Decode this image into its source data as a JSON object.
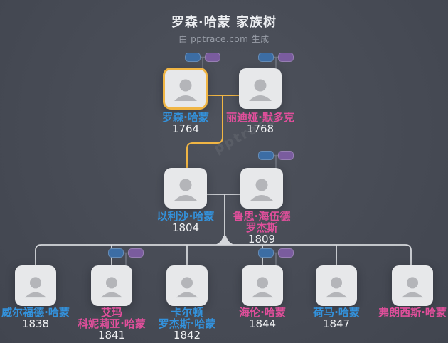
{
  "header": {
    "title": "罗森·哈蒙 家族树",
    "subtitle": "由 pptrace.com 生成"
  },
  "watermark": {
    "text": "pptrace"
  },
  "colors": {
    "background": "#474b55",
    "card": "#e7e8ea",
    "highlight_border": "#f0b544",
    "male_name": "#3392dc",
    "female_name": "#e04f9b",
    "year_text": "#f1f2f4",
    "connector_white": "#d5d7db",
    "connector_orange": "#f0b544",
    "mini_node_blue": "#3c6da4",
    "mini_node_purple": "#7a5c9e"
  },
  "icons": {
    "person": "person-silhouette"
  },
  "people": {
    "rosen": {
      "line1": "罗森·哈蒙",
      "line2": "",
      "year": "1764"
    },
    "lydia": {
      "line1": "丽迪娅·默多克",
      "line2": "",
      "year": "1768"
    },
    "elisha": {
      "line1": "以利沙·哈蒙",
      "line2": "",
      "year": "1804"
    },
    "ruth": {
      "line1": "鲁思·海伍德",
      "line2": "罗杰斯",
      "year": "1809"
    },
    "wilford": {
      "line1": "威尔福德·哈蒙",
      "line2": "",
      "year": "1838"
    },
    "emma": {
      "line1": "艾玛",
      "line2": "科妮莉亚·哈蒙",
      "year": "1841"
    },
    "carlton": {
      "line1": "卡尔顿",
      "line2": "罗杰斯·哈蒙",
      "year": "1842"
    },
    "helen": {
      "line1": "海伦·哈蒙",
      "line2": "",
      "year": "1844"
    },
    "homer": {
      "line1": "荷马·哈蒙",
      "line2": "",
      "year": "1847"
    },
    "francis": {
      "line1": "弗朗西斯·哈蒙",
      "line2": "",
      "year": ""
    }
  }
}
